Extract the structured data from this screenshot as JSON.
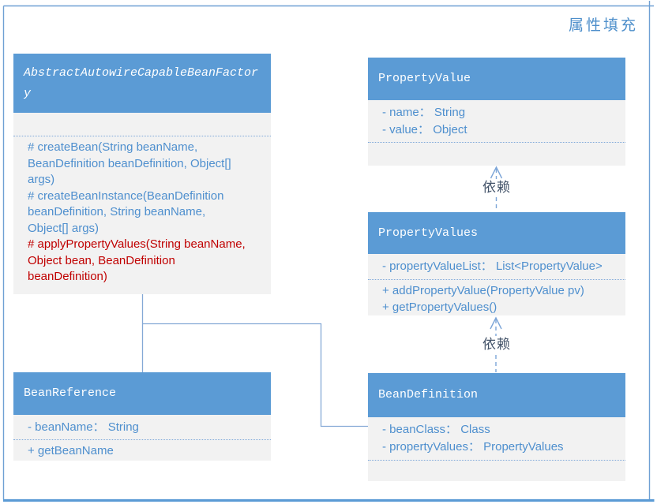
{
  "page": {
    "title": "属性填充"
  },
  "colors": {
    "header_blue": "#5B9BD5",
    "body_gray": "#F2F2F2",
    "text_blue": "#4E8FCE",
    "text_red": "#C00000",
    "connector_blue": "#85A9D6",
    "frame_blue": "#6FA0D4",
    "label_dark": "#44546A"
  },
  "classes": [
    {
      "name": "AbstractAutowireCapableBeanFactory",
      "abstract": true,
      "attributes": [],
      "methods": [
        {
          "color": "blue",
          "lines": [
            "# createBean(String beanName,",
            "BeanDefinition beanDefinition, Object[]",
            "args)"
          ]
        },
        {
          "color": "blue",
          "lines": [
            "# createBeanInstance(BeanDefinition",
            "beanDefinition, String beanName,",
            "Object[] args)"
          ]
        },
        {
          "color": "red",
          "lines": [
            "# applyPropertyValues(String beanName,",
            "Object bean, BeanDefinition",
            "beanDefinition)"
          ]
        }
      ]
    },
    {
      "name": "PropertyValue",
      "abstract": false,
      "attributes": [
        {
          "color": "blue",
          "lines": [
            "- name： String"
          ]
        },
        {
          "color": "blue",
          "lines": [
            "- value： Object"
          ]
        }
      ],
      "methods": []
    },
    {
      "name": "PropertyValues",
      "abstract": false,
      "attributes": [
        {
          "color": "blue",
          "lines": [
            "- propertyValueList： List<PropertyValue>"
          ]
        }
      ],
      "methods": [
        {
          "color": "blue",
          "lines": [
            "+ addPropertyValue(PropertyValue pv)"
          ]
        },
        {
          "color": "blue",
          "lines": [
            "+ getPropertyValues()"
          ]
        }
      ]
    },
    {
      "name": "BeanDefinition",
      "abstract": false,
      "attributes": [
        {
          "color": "blue",
          "lines": [
            "- beanClass： Class"
          ]
        },
        {
          "color": "blue",
          "lines": [
            "- propertyValues： PropertyValues"
          ]
        }
      ],
      "methods": []
    },
    {
      "name": "BeanReference",
      "abstract": false,
      "attributes": [
        {
          "color": "blue",
          "lines": [
            "- beanName： String"
          ]
        }
      ],
      "methods": [
        {
          "color": "blue",
          "lines": [
            "+ getBeanName"
          ]
        }
      ]
    }
  ],
  "arrows": [
    {
      "label": "依赖",
      "from": "PropertyValues",
      "to": "PropertyValue"
    },
    {
      "label": "依赖",
      "from": "BeanDefinition",
      "to": "PropertyValues"
    }
  ]
}
